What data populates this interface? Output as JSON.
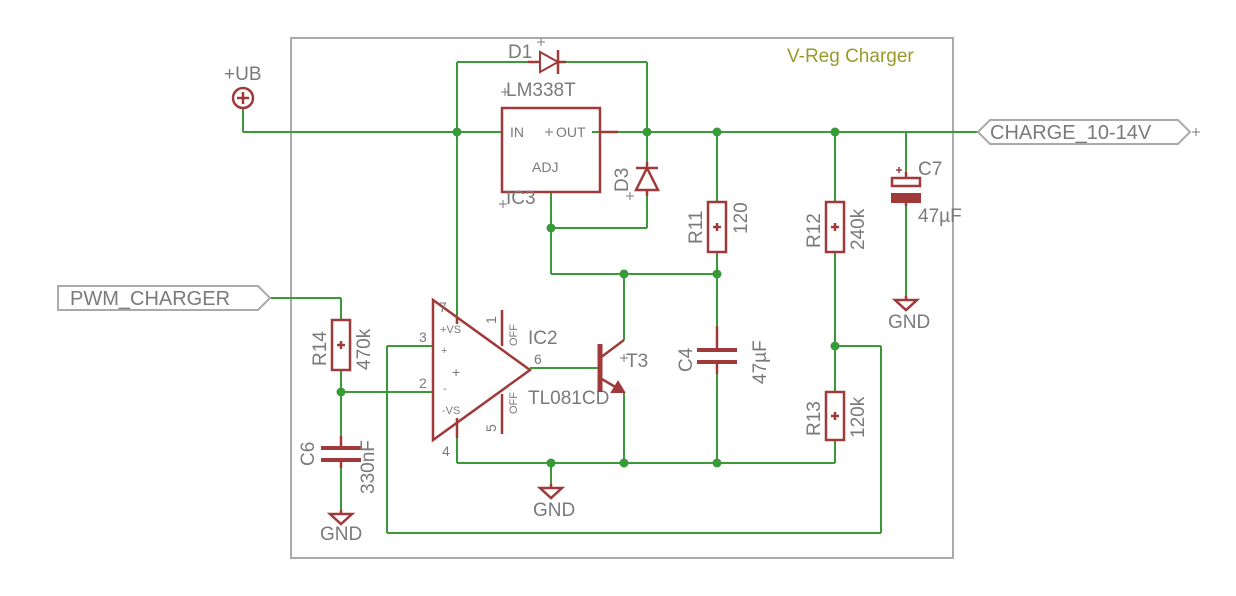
{
  "sheet": {
    "title": "V-Reg Charger"
  },
  "ports": {
    "pwm_charger": "PWM_CHARGER",
    "charge_out": "CHARGE_10-14V"
  },
  "supply": {
    "ub": "+UB"
  },
  "ground_labels": {
    "c6": "GND",
    "ic2": "GND",
    "c7": "GND"
  },
  "components": {
    "d1": {
      "ref": "D1",
      "value": "LM338T"
    },
    "ic3": {
      "ref": "IC3",
      "pin_in": "IN",
      "pin_out": "OUT",
      "pin_adj": "ADJ"
    },
    "d3": {
      "ref": "D3"
    },
    "r11": {
      "ref": "R11",
      "value": "120"
    },
    "r12": {
      "ref": "R12",
      "value": "240k"
    },
    "r13": {
      "ref": "R13",
      "value": "120k"
    },
    "r14": {
      "ref": "R14",
      "value": "470k"
    },
    "c4": {
      "ref": "C4",
      "value": "47µF"
    },
    "c6": {
      "ref": "C6",
      "value": "330nF"
    },
    "c7": {
      "ref": "C7",
      "value": "47µF"
    },
    "ic2": {
      "ref": "IC2",
      "value": "TL081CD",
      "pin3": "3",
      "pin2": "2",
      "pin7": "7",
      "pin4": "4",
      "pin6": "6",
      "pin1": "1",
      "pin5": "5",
      "vs_plus": "+VS",
      "vs_minus": "-VS",
      "in_plus": "+",
      "in_minus": "-",
      "center_plus": "+",
      "off1": "OFF",
      "off2": "OFF"
    },
    "t3": {
      "ref": "T3"
    }
  },
  "colors": {
    "wire": "#3a9a3a",
    "symbol": "#a03a3a",
    "text": "#7a7a7a",
    "frame": "#aaaaaa",
    "title": "#9a9a2a"
  }
}
